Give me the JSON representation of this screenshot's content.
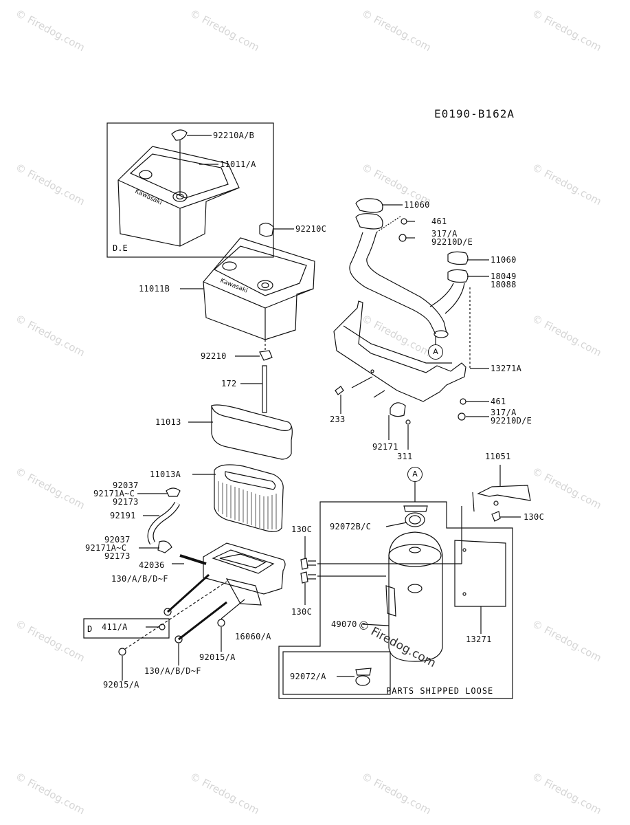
{
  "diagram_code": "E0190-B162A",
  "watermark_text": "© Firedog.com",
  "box_labels": {
    "de": "D.E",
    "d": "D",
    "a_top": "A",
    "a_mid": "A",
    "parts_shipped_loose": "PARTS SHIPPED LOOSE"
  },
  "parts": {
    "p92210AB": "92210A/B",
    "p11011A": "11011/A",
    "p92210C": "92210C",
    "p11011B": "11011B",
    "p92210": "92210",
    "p172": "172",
    "p11013": "11013",
    "p11013A": "11013A",
    "p92037a": "92037",
    "p92171a": "92171A~C",
    "p92173a": "92173",
    "p92191": "92191",
    "p92037b": "92037",
    "p92171b": "92171A~C",
    "p92173b": "92173",
    "p42036": "42036",
    "p130a": "130/A/B/D~F",
    "p411A": "411/A",
    "p92015a": "92015/A",
    "p16060A": "16060/A",
    "p92015b": "92015/A",
    "p130b": "130/A/B/D~F",
    "p11060a": "11060",
    "p461a": "461",
    "p317a": "317/A",
    "p92210DEa": "92210D/E",
    "p11060b": "11060",
    "p18049": "18049",
    "p18088": "18088",
    "p13271A": "13271A",
    "p461b": "461",
    "p317b": "317/A",
    "p92210DEb": "92210D/E",
    "p233": "233",
    "p92171c": "92171",
    "p311": "311",
    "p11051": "11051",
    "p130C_a": "130C",
    "p130C_b": "130C",
    "p92072BC": "92072B/C",
    "p130C_c": "130C",
    "p49070": "49070",
    "p13271": "13271",
    "p92072A": "92072/A"
  }
}
